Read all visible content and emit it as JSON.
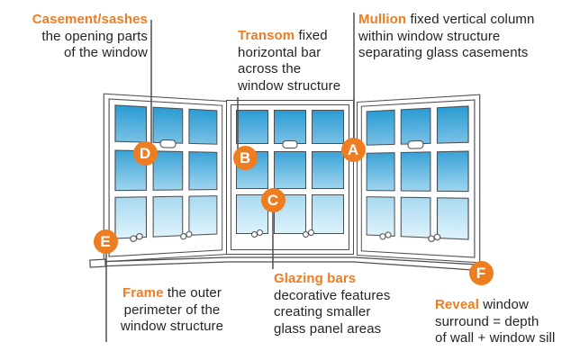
{
  "colors": {
    "accent_orange": "#ee7d21",
    "text_dark": "#272325",
    "outline": "#4d4e52",
    "glass_dark": "#2b9cd4",
    "glass_light": "#def2fb"
  },
  "markers": {
    "a": "A",
    "b": "B",
    "c": "C",
    "d": "D",
    "e": "E",
    "f": "F"
  },
  "labels": {
    "casement": {
      "term": "Casement/sashes",
      "lines": [
        "the opening parts",
        "of the window"
      ]
    },
    "transom": {
      "term": "Transom",
      "rest": " fixed",
      "lines": [
        "horizontal bar",
        "across the",
        "window structure"
      ]
    },
    "mullion": {
      "term": "Mullion",
      "rest": " fixed vertical column",
      "lines": [
        "within window structure",
        "separating glass casements"
      ]
    },
    "frame": {
      "term": "Frame",
      "rest": " the outer",
      "lines": [
        "perimeter of the",
        "window structure"
      ]
    },
    "glazing": {
      "term": "Glazing bars",
      "lines": [
        "decorative features",
        "creating smaller",
        "glass panel areas"
      ]
    },
    "reveal": {
      "term": "Reveal",
      "rest": " window",
      "lines": [
        "surround = depth",
        "of wall + window sill"
      ]
    }
  }
}
